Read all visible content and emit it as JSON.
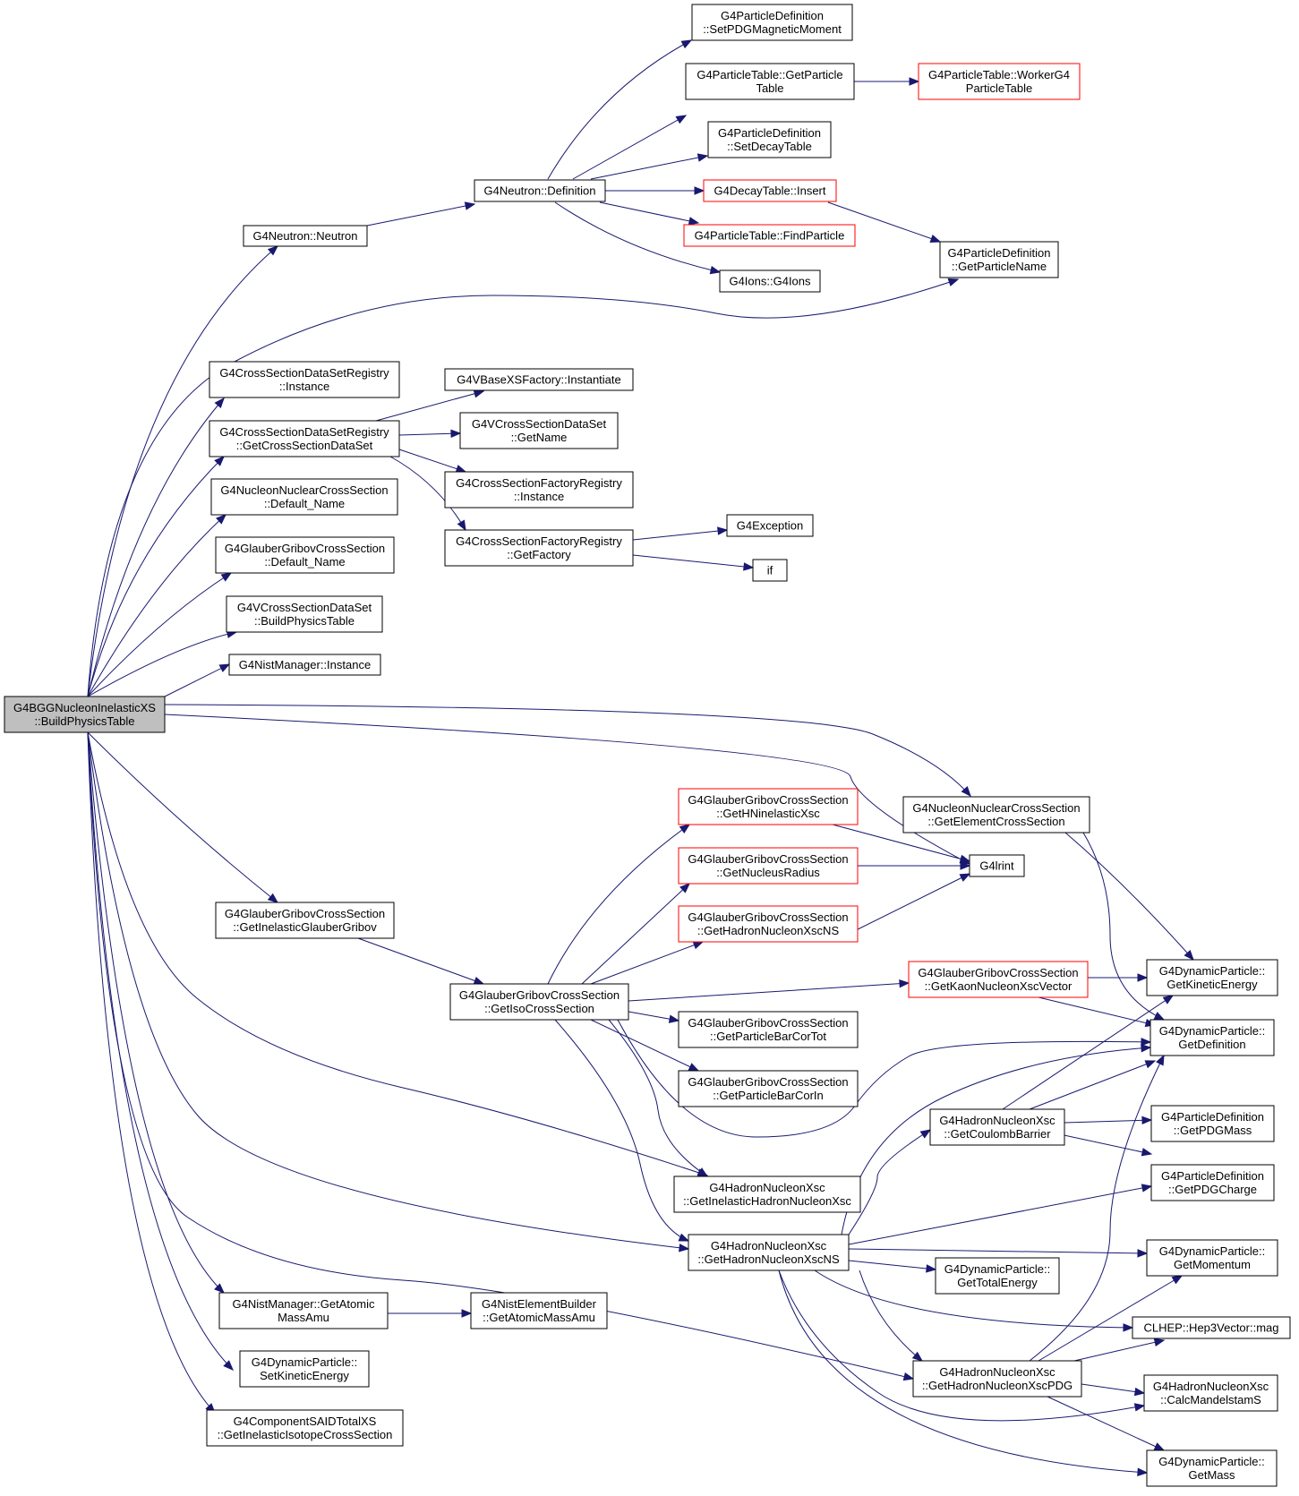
{
  "colors": {
    "edge": "#191970",
    "border": "#000000",
    "border_truncated": "#ff0000",
    "root_fill": "#bfbfbf"
  },
  "nodes": {
    "root": [
      "G4BGGNucleonInelasticXS",
      "::BuildPhysicsTable"
    ],
    "neutron_ctor": [
      "G4Neutron::Neutron"
    ],
    "neutron_def": [
      "G4Neutron::Definition"
    ],
    "set_pdg_mm": [
      "G4ParticleDefinition",
      "::SetPDGMagneticMoment"
    ],
    "pt_get": [
      "G4ParticleTable::GetParticle",
      "Table"
    ],
    "pt_worker": [
      "G4ParticleTable::WorkerG4",
      "ParticleTable"
    ],
    "set_decay": [
      "G4ParticleDefinition",
      "::SetDecayTable"
    ],
    "decay_insert": [
      "G4DecayTable::Insert"
    ],
    "find_particle": [
      "G4ParticleTable::FindParticle"
    ],
    "get_pname": [
      "G4ParticleDefinition",
      "::GetParticleName"
    ],
    "ions": [
      "G4Ions::G4Ions"
    ],
    "csdr_instance": [
      "G4CrossSectionDataSetRegistry",
      "::Instance"
    ],
    "csdr_get": [
      "G4CrossSectionDataSetRegistry",
      "::GetCrossSectionDataSet"
    ],
    "vbase_inst": [
      "G4VBaseXSFactory::Instantiate"
    ],
    "vcs_name": [
      "G4VCrossSectionDataSet",
      "::GetName"
    ],
    "csfr_instance": [
      "G4CrossSectionFactoryRegistry",
      "::Instance"
    ],
    "csfr_get": [
      "G4CrossSectionFactoryRegistry",
      "::GetFactory"
    ],
    "exception": [
      "G4Exception"
    ],
    "if": [
      "if"
    ],
    "nncs_default": [
      "G4NucleonNuclearCrossSection",
      "::Default_Name"
    ],
    "ggcs_default": [
      "G4GlauberGribovCrossSection",
      "::Default_Name"
    ],
    "vcs_build": [
      "G4VCrossSectionDataSet",
      "::BuildPhysicsTable"
    ],
    "nist_instance": [
      "G4NistManager::Instance"
    ],
    "gg_hn": [
      "G4GlauberGribovCrossSection",
      "::GetHNinelasticXsc"
    ],
    "gg_radius": [
      "G4GlauberGribovCrossSection",
      "::GetNucleusRadius"
    ],
    "gg_hnns": [
      "G4GlauberGribovCrossSection",
      "::GetHadronNucleonXscNS"
    ],
    "nncs_elem": [
      "G4NucleonNuclearCrossSection",
      "::GetElementCrossSection"
    ],
    "g4lrint": [
      "G4lrint"
    ],
    "gg_inel": [
      "G4GlauberGribovCrossSection",
      "::GetInelasticGlauberGribov"
    ],
    "gg_iso": [
      "G4GlauberGribovCrossSection",
      "::GetIsoCrossSection"
    ],
    "gg_kaon": [
      "G4GlauberGribovCrossSection",
      "::GetKaonNucleonXscVector"
    ],
    "dp_ke": [
      "G4DynamicParticle::",
      "GetKineticEnergy"
    ],
    "dp_def": [
      "G4DynamicParticle::",
      "GetDefinition"
    ],
    "gg_bartot": [
      "G4GlauberGribovCrossSection",
      "::GetParticleBarCorTot"
    ],
    "gg_barin": [
      "G4GlauberGribovCrossSection",
      "::GetParticleBarCorIn"
    ],
    "hnx_coul": [
      "G4HadronNucleonXsc",
      "::GetCoulombBarrier"
    ],
    "pd_mass": [
      "G4ParticleDefinition",
      "::GetPDGMass"
    ],
    "pd_charge": [
      "G4ParticleDefinition",
      "::GetPDGCharge"
    ],
    "hnx_inel": [
      "G4HadronNucleonXsc",
      "::GetInelasticHadronNucleonXsc"
    ],
    "hnx_ns": [
      "G4HadronNucleonXsc",
      "::GetHadronNucleonXscNS"
    ],
    "dp_mom": [
      "G4DynamicParticle::",
      "GetMomentum"
    ],
    "dp_te": [
      "G4DynamicParticle::",
      "GetTotalEnergy"
    ],
    "hep3_mag": [
      "CLHEP::Hep3Vector::mag"
    ],
    "nist_mass": [
      "G4NistManager::GetAtomic",
      "MassAmu"
    ],
    "neb_mass": [
      "G4NistElementBuilder",
      "::GetAtomicMassAmu"
    ],
    "hnx_pdg": [
      "G4HadronNucleonXsc",
      "::GetHadronNucleonXscPDG"
    ],
    "hnx_mand": [
      "G4HadronNucleonXsc",
      "::CalcMandelstamS"
    ],
    "dp_setke": [
      "G4DynamicParticle::",
      "SetKineticEnergy"
    ],
    "dp_mass": [
      "G4DynamicParticle::",
      "GetMass"
    ],
    "said": [
      "G4ComponentSAIDTotalXS",
      "::GetInelasticIsotopeCrossSection"
    ]
  }
}
